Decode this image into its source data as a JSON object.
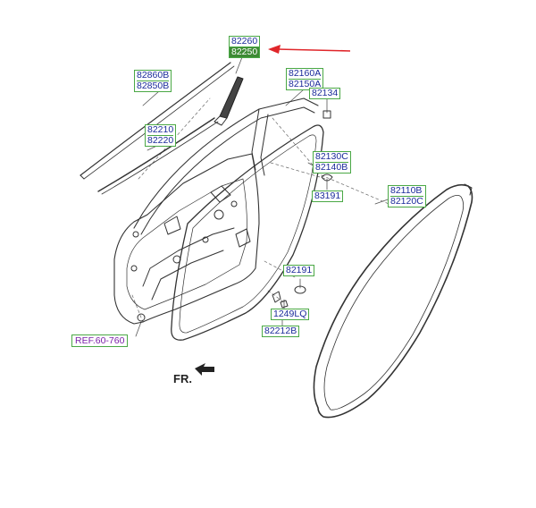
{
  "labels": {
    "l82260": [
      "82260",
      "82250"
    ],
    "l82860": [
      "82860B",
      "82850B"
    ],
    "l82160": [
      "82160A",
      "82150A"
    ],
    "l82134": [
      "82134"
    ],
    "l82210": [
      "82210",
      "82220"
    ],
    "l82130": [
      "82130C",
      "82140B"
    ],
    "l83191": [
      "83191"
    ],
    "l82110": [
      "82110B",
      "82120C"
    ],
    "l82191": [
      "82191"
    ],
    "l1249": [
      "1249LQ"
    ],
    "l82212": [
      "82212B"
    ],
    "ref": "REF.60-760",
    "fr": "FR."
  },
  "colors": {
    "label_text": "#1a2a9a",
    "label_border": "#4aa845",
    "highlight_fill": "#3d8a34",
    "ref_text": "#7a1fa8",
    "pointer_arrow": "#e0262a",
    "line_art": "#333333"
  },
  "icons": {
    "pointer": "red-arrow-icon",
    "forward": "forward-arrow-icon"
  }
}
